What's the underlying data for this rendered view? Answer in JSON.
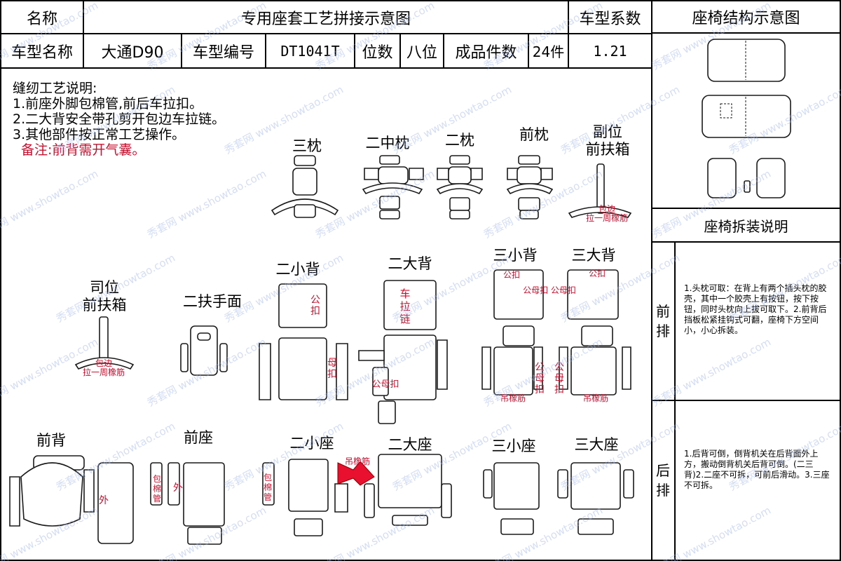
{
  "header": {
    "name_label": "名称",
    "title": "专用座套工艺拼接示意图",
    "coef_label": "车型系数",
    "structure_label": "座椅结构示意图",
    "model_name_label": "车型名称",
    "model_name": "大通D90",
    "model_code_label": "车型编号",
    "model_code": "DT1041T",
    "seats_label": "位数",
    "seats": "八位",
    "pieces_label": "成品件数",
    "pieces": "24件",
    "coef": "1.21"
  },
  "notes": {
    "heading": "缝纫工艺说明:",
    "items": [
      "1.前座外脚包棉管,前后车拉扣。",
      "2.二大背安全带孔剪开包边车拉链。",
      "3.其他部件按正常工艺操作。"
    ],
    "remark": "备注:前背需开气囊。"
  },
  "parts": {
    "san_zhen": "三枕",
    "er_zhong_zhen": "二中枕",
    "er_zhen": "二枕",
    "qian_zhen": "前枕",
    "fu_wei": "副位\n前扶箱",
    "si_wei": "司位\n前扶箱",
    "er_fushou": "二扶手面",
    "er_xiao_bei": "二小背",
    "er_da_bei": "二大背",
    "san_xiao_bei": "三小背",
    "san_da_bei": "三大背",
    "qian_bei": "前背",
    "qian_zuo": "前座",
    "er_xiao_zuo": "二小座",
    "er_da_zuo": "二大座",
    "san_xiao_zuo": "三小座",
    "san_da_zuo": "三大座"
  },
  "annotations": {
    "bao_bian_1": "包边\n拉一周橡筋",
    "bao_bian_2": "包边\n拉一周橡筋",
    "gong_kou": "公扣",
    "mu_kou": "母扣",
    "gong_mu_kou": "公母扣",
    "che_la_lian": "车拉链",
    "gong_mu_kou_v": "公母扣",
    "diao_xiang_jin_1": "吊橡筋",
    "diao_xiang_jin_2": "吊橡筋",
    "diao_xiang_jin_3": "吊橡筋",
    "wai_1": "外",
    "wai_2": "外",
    "bao_mian_guan_1": "包棉管",
    "bao_mian_guan_2": "包棉管",
    "gong_kou_3": "公扣",
    "gong_mu_kou_3": "公母扣 公母扣",
    "gong_kou_3b": "公扣"
  },
  "side": {
    "disassembly_title": "座椅拆装说明",
    "front_label": "前排",
    "rear_label": "后排",
    "front_text": "1.头枕可取：在背上有两个插头枕的胶壳，其中一个胶壳上有按钮，按下按钮，同时头枕向上拔可取下。2.前背后挡板松紧挂钩式可翻，座椅下方空间小，小心拆装。",
    "rear_text": "1.后背可倒，倒背机关在后背面外上方，搬动倒背机关后背可倒。(二三背)2.二座不可拆，可前后滑动。3.三座不可拆。"
  },
  "watermark": "秀套网 www.showtao.com"
}
